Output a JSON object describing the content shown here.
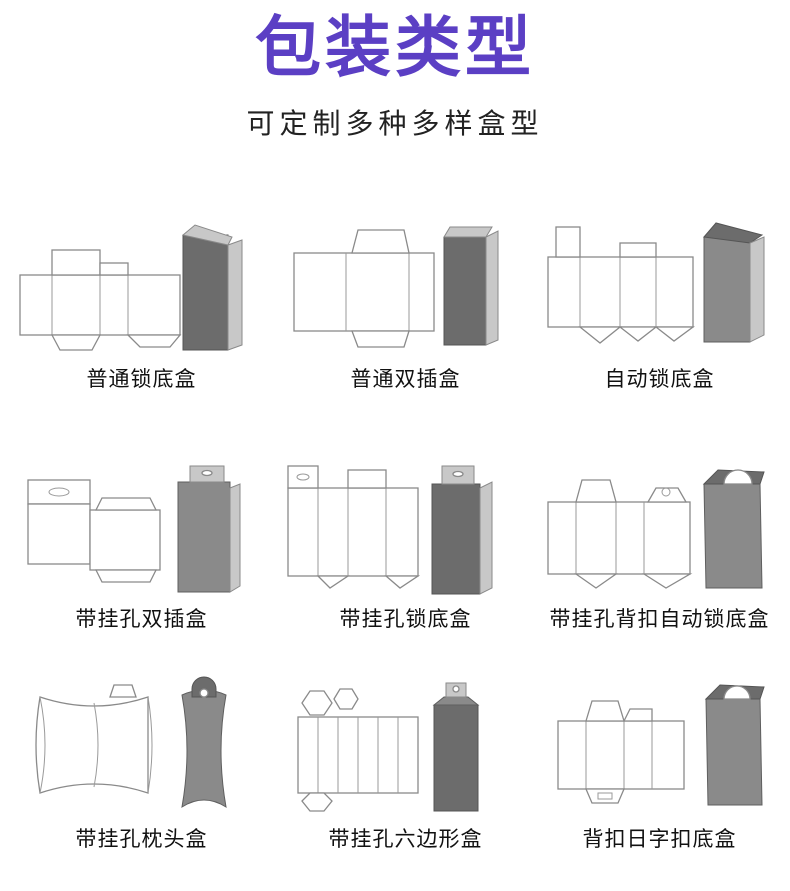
{
  "page": {
    "title": "包装类型",
    "subtitle": "可定制多种多样盒型"
  },
  "boxes": [
    {
      "label": "普通锁底盒",
      "icon": "lock-bottom-box-diagram"
    },
    {
      "label": "普通双插盒",
      "icon": "double-tuck-box-diagram"
    },
    {
      "label": "自动锁底盒",
      "icon": "auto-lock-bottom-box-diagram"
    },
    {
      "label": "带挂孔双插盒",
      "icon": "hanger-double-tuck-box-diagram"
    },
    {
      "label": "带挂孔锁底盒",
      "icon": "hanger-lock-bottom-box-diagram"
    },
    {
      "label": "带挂孔背扣自动锁底盒",
      "icon": "hanger-back-buckle-auto-lock-box-diagram"
    },
    {
      "label": "带挂孔枕头盒",
      "icon": "hanger-pillow-box-diagram"
    },
    {
      "label": "带挂孔六边形盒",
      "icon": "hanger-hexagon-box-diagram"
    },
    {
      "label": "背扣日字扣底盒",
      "icon": "back-buckle-snap-bottom-box-diagram"
    }
  ],
  "colors": {
    "title": "#5b3fc4",
    "box_gray": "#8a8a8a",
    "outline": "#8a8a8a"
  }
}
